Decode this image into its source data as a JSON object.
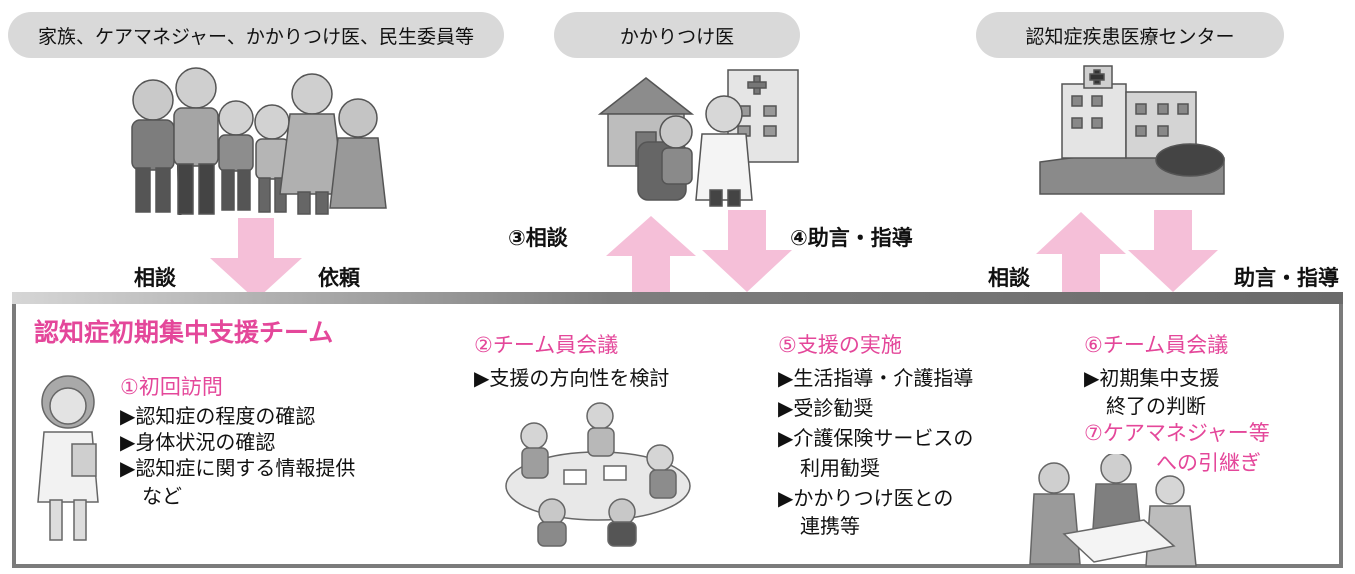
{
  "top": {
    "family_label": "家族、ケアマネジャー、かかりつけ医、民生委員等",
    "gp_label": "かかりつけ医",
    "center_label": "認知症疾患医療センター"
  },
  "arrows": {
    "consult_left": "相談",
    "request": "依頼",
    "consult_gp": "③相談",
    "advice_gp": "④助言・指導",
    "consult_center": "相談",
    "advice_center": "助言・指導"
  },
  "team": {
    "title": "認知症初期集中支援チーム",
    "step1": {
      "heading": "①初回訪問",
      "items": [
        "▶認知症の程度の確認",
        "▶身体状況の確認",
        "▶認知症に関する情報提供"
      ],
      "tail": "など"
    },
    "step2": {
      "heading": "②チーム員会議",
      "items": [
        "▶支援の方向性を検討"
      ]
    },
    "step5": {
      "heading": "⑤支援の実施",
      "lines": [
        "▶生活指導・介護指導",
        "▶受診勧奨",
        "▶介護保険サービスの",
        "利用勧奨",
        "▶かかりつけ医との",
        "連携等"
      ]
    },
    "step6": {
      "heading": "⑥チーム員会議",
      "lines": [
        "▶初期集中支援",
        "終了の判断"
      ]
    },
    "step7": {
      "heading_line1": "⑦ケアマネジャー等",
      "heading_line2": "への引継ぎ"
    }
  },
  "colors": {
    "accent_pink": "#e4479a",
    "arrow_pink": "#f5bfd8",
    "pill_gray": "#d9d9d9",
    "border_gray": "#7b7b7b"
  },
  "icons": [
    "family-illustration",
    "doctor-consultation-illustration",
    "hospital-illustration",
    "nurse-illustration",
    "team-meeting-illustration",
    "handover-illustration"
  ]
}
